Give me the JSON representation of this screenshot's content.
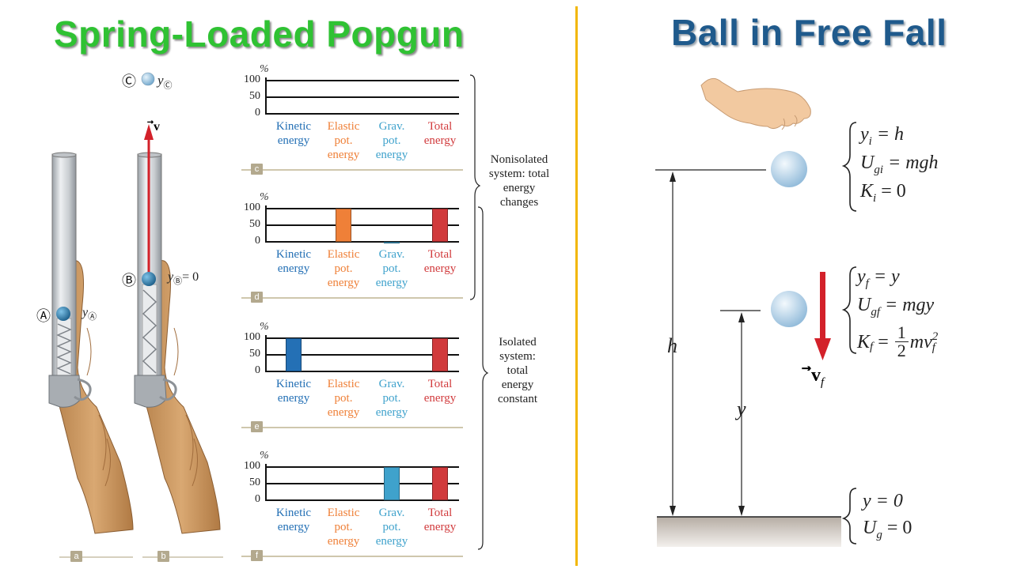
{
  "left_title": "Spring-Loaded Popgun",
  "right_title": "Ball in Free Fall",
  "colors": {
    "kinetic": "#2470b5",
    "elastic": "#ef8038",
    "grav": "#3fa2cc",
    "total": "#d13a3c",
    "green_title": "#2fc233",
    "blue_title": "#1f5a8c",
    "divider": "#f2b705",
    "arrow_red": "#d3212a"
  },
  "popgun": {
    "point_c_label": "Ⓒ",
    "y_c_label": "y",
    "y_c_sub": "Ⓒ",
    "velocity_label": "v",
    "point_b_label": "Ⓑ",
    "y_b_label": "y",
    "y_b_sub": "Ⓑ",
    "y_b_value": "= 0",
    "point_a_label": "Ⓐ",
    "y_a_label": "y",
    "y_a_sub": "Ⓐ",
    "panel_a": "a",
    "panel_b": "b"
  },
  "chart_data": {
    "type": "bar",
    "y_unit": "%",
    "yticks": [
      "100",
      "50",
      "0"
    ],
    "ylim": [
      0,
      100
    ],
    "categories": [
      [
        "Kinetic",
        "energy"
      ],
      [
        "Elastic",
        "pot.",
        "energy"
      ],
      [
        "Grav.",
        "pot.",
        "energy"
      ],
      [
        "Total",
        "energy"
      ]
    ],
    "panels": [
      {
        "tag": "c",
        "values": [
          0,
          0,
          0,
          0
        ]
      },
      {
        "tag": "d",
        "values": [
          0,
          100,
          -5,
          100
        ]
      },
      {
        "tag": "e",
        "values": [
          100,
          0,
          0,
          100
        ]
      },
      {
        "tag": "f",
        "values": [
          0,
          0,
          100,
          100
        ]
      }
    ]
  },
  "notes": {
    "nonisolated": [
      "Nonisolated",
      "system: total",
      "energy",
      "changes"
    ],
    "isolated": [
      "Isolated",
      "system:",
      "total",
      "energy",
      "constant"
    ]
  },
  "free_fall": {
    "h_label": "h",
    "y_label": "y",
    "vf_label": "v",
    "vf_sub": "f",
    "top_eqs": {
      "line1_lhs": "y",
      "line1_sub": "i",
      "line1_rhs": " = h",
      "line2_lhs": "U",
      "line2_sub": "gi",
      "line2_rhs": " = mgh",
      "line3_lhs": "K",
      "line3_sub": "i",
      "line3_rhs": " = 0"
    },
    "mid_eqs": {
      "line1_lhs": "y",
      "line1_sub": "f",
      "line1_rhs": " = y",
      "line2_lhs": "U",
      "line2_sub": "gf",
      "line2_rhs": " = mgy",
      "line3_lhs": "K",
      "line3_sub": "f",
      "line3_eq": " = ",
      "frac_num": "1",
      "frac_den": "2",
      "line3_tail": "mv",
      "line3_tail_sub": "f",
      "line3_tail_sup": "2"
    },
    "bot_eqs": {
      "line1": "y = 0",
      "line2_lhs": "U",
      "line2_sub": "g",
      "line2_rhs": " = 0"
    }
  }
}
